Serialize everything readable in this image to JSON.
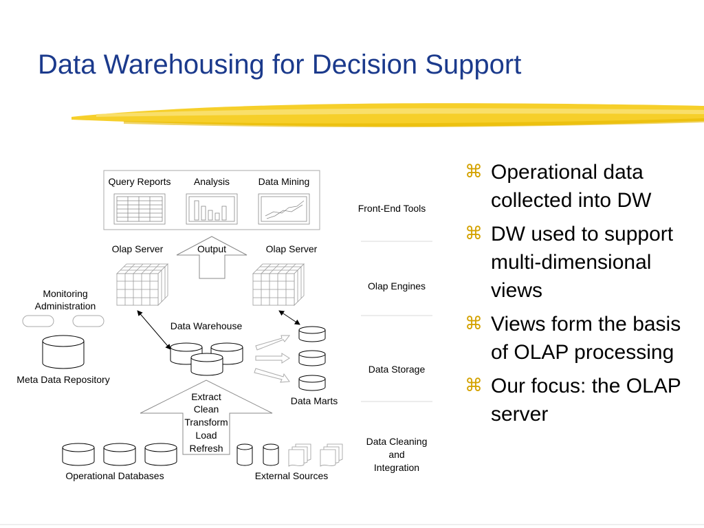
{
  "slide": {
    "title": "Data Warehousing for Decision Support",
    "accent_color": "#1b3a8c",
    "brush_color": "#f5cc1f"
  },
  "diagram": {
    "tools": [
      "Query Reports",
      "Analysis",
      "Data Mining"
    ],
    "layers": [
      "Front-End Tools",
      "Olap Engines",
      "Data Storage",
      "Data Cleaning and Integration"
    ],
    "olap_server_left": "Olap Server",
    "output": "Output",
    "olap_server_right": "Olap Server",
    "monitoring": [
      "Monitoring",
      "Administration"
    ],
    "meta_repo": "Meta Data Repository",
    "warehouse": "Data Warehouse",
    "data_marts": "Data Marts",
    "etl_steps": [
      "Extract",
      "Clean",
      "Transform",
      "Load",
      "Refresh"
    ],
    "operational_dbs": "Operational Databases",
    "external_sources": "External Sources"
  },
  "bullets": [
    "Operational data collected into DW",
    "DW used to support multi-dimensional views",
    "Views form the basis of OLAP processing",
    "Our focus: the OLAP server"
  ],
  "bullet_icon": "command-key-icon",
  "bullet_glyph": "⌘"
}
